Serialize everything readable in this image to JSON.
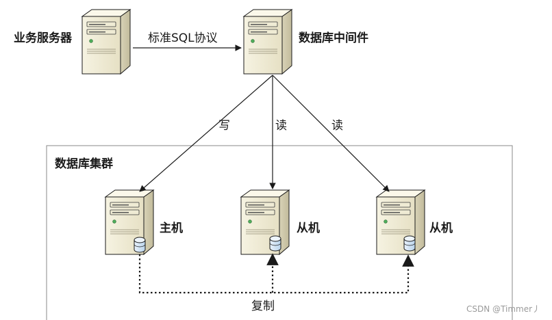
{
  "nodes": {
    "business_server": {
      "label": "业务服务器"
    },
    "middleware": {
      "label": "数据库中间件"
    },
    "master": {
      "label": "主机"
    },
    "slave_1": {
      "label": "从机"
    },
    "slave_2": {
      "label": "从机"
    }
  },
  "cluster": {
    "label": "数据库集群"
  },
  "edges": {
    "protocol": {
      "label": "标准SQL协议"
    },
    "write": {
      "label": "写"
    },
    "read_1": {
      "label": "读"
    },
    "read_2": {
      "label": "读"
    },
    "replication": {
      "label": "复制"
    }
  },
  "watermark": "CSDN @Timmer丿",
  "colors": {
    "line": "#1a1a1a",
    "server_body": "#f3efd8",
    "server_side": "#d6d0b4",
    "server_top": "#fbf8ea",
    "db_fill": "#d4e6f6",
    "cluster_border": "#8a8a8a"
  }
}
